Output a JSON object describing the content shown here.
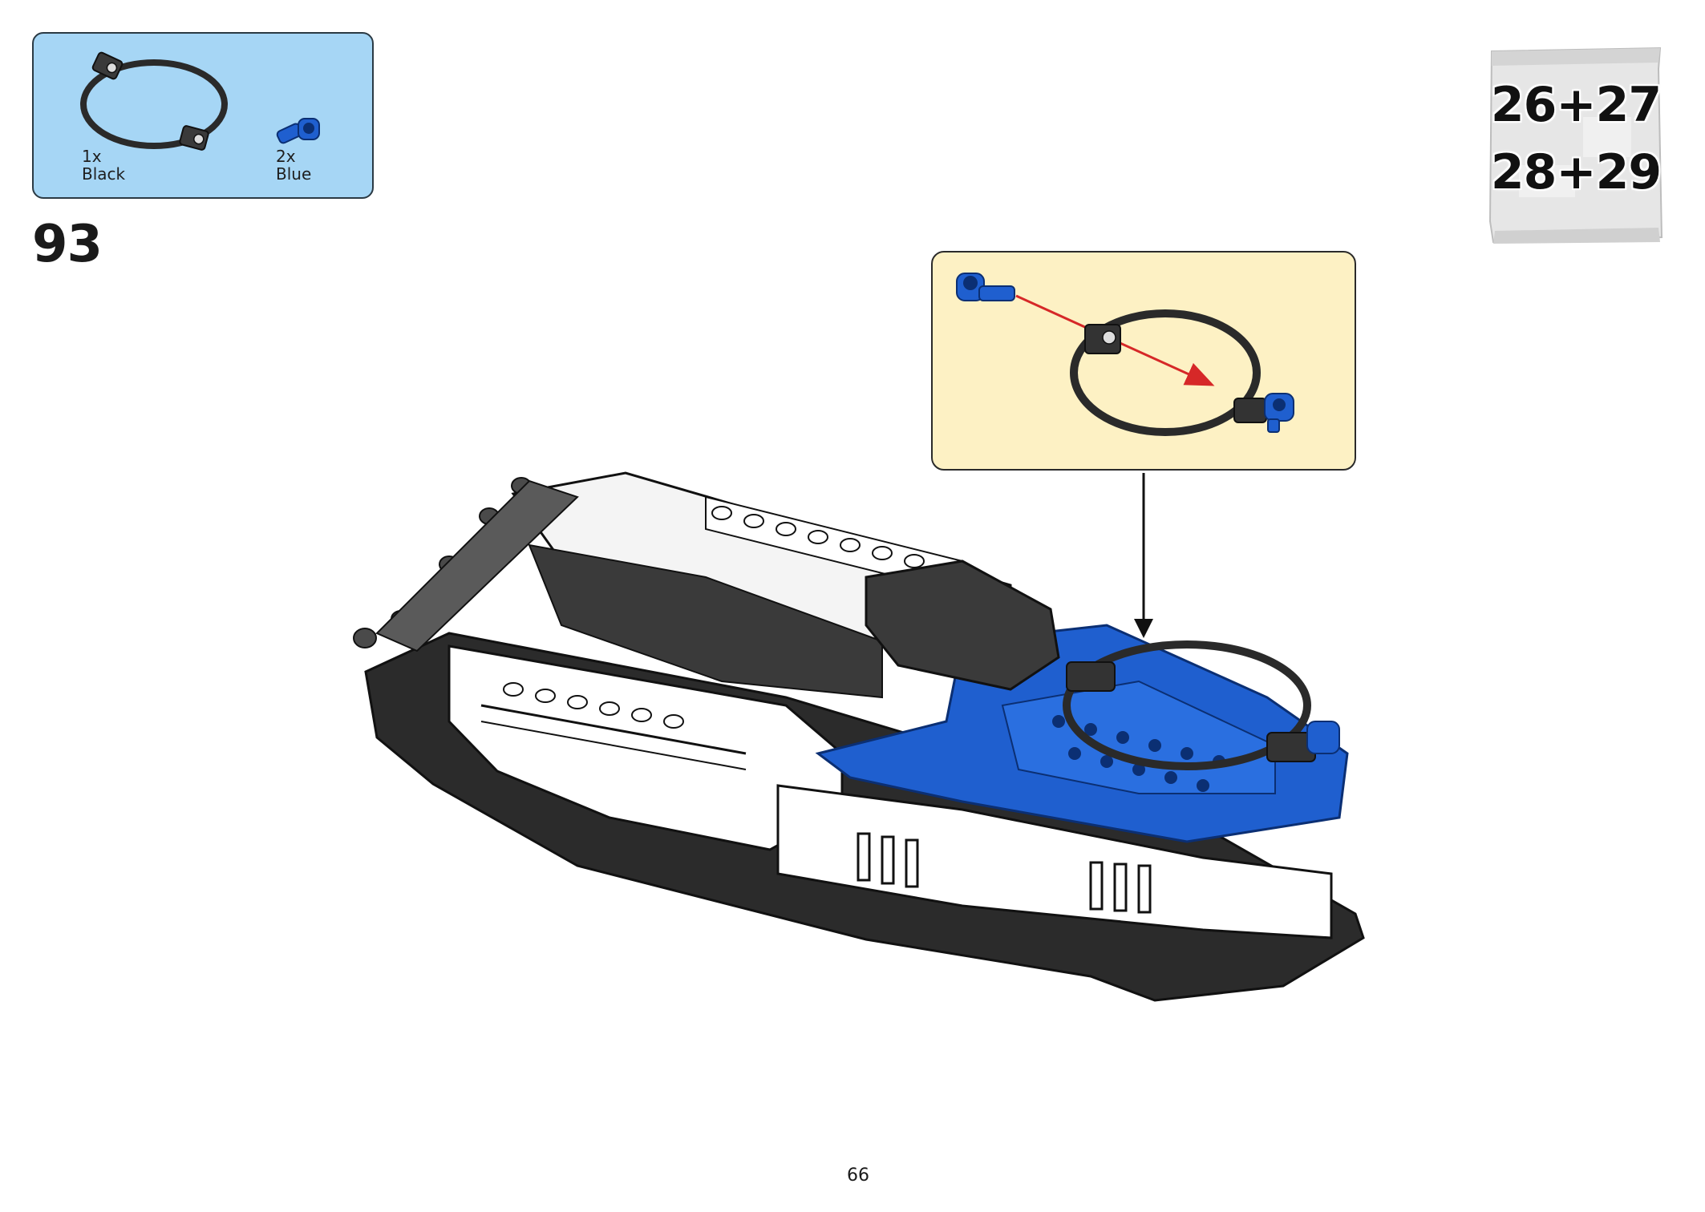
{
  "step": {
    "number": "93"
  },
  "parts": [
    {
      "qty": "1x",
      "color_name": "Black",
      "icon": "rubber-band-icon",
      "hex": "#2a2a2a"
    },
    {
      "qty": "2x",
      "color_name": "Blue",
      "icon": "axle-pin-icon",
      "hex": "#1f5fcf"
    }
  ],
  "bag": {
    "line1": "26+27",
    "line2": "28+29"
  },
  "page": {
    "number": "66"
  },
  "colors": {
    "parts_box_bg": "#a6d6f5",
    "callout_bg": "#fdf1c4",
    "lego_blue": "#1f5fcf",
    "arrow_red": "#d62828",
    "hull_black": "#2a2a2a"
  }
}
